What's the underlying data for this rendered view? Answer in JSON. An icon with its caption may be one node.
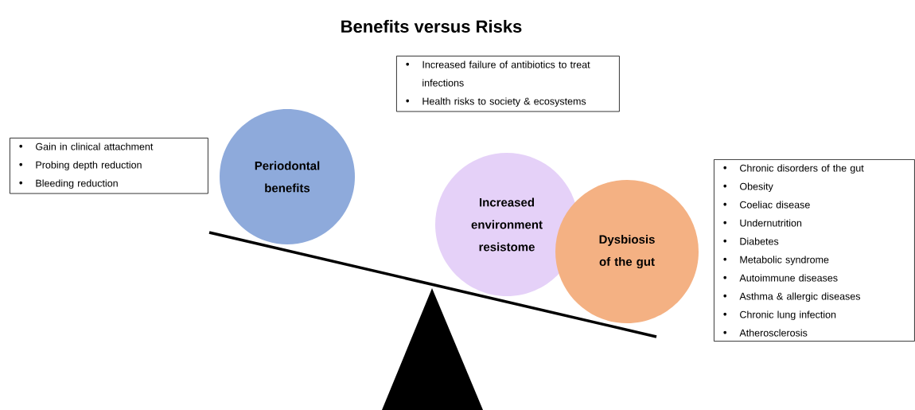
{
  "diagram": {
    "title": "Benefits versus Risks",
    "nodes": [
      {
        "text": [
          "Gain in clinical attachment",
          "Probing depth reduction",
          "Bleeding reduction"
        ]
      },
      {
        "text": [
          "Periodontal benefits"
        ]
      },
      {
        "text": [
          "Increased failure of antibiotics to treat infections",
          "Health risks to society & ecosystems"
        ]
      },
      {
        "text": [
          "Increased environment resistome"
        ]
      },
      {
        "text": [
          "Dysbiosis of the gut"
        ]
      },
      {
        "text": [
          "Chronic disorders of the gut",
          "Obesity",
          "Coeliac disease",
          "Undernutrition",
          "Diabetes",
          "Metabolic syndrome",
          "Autoimmune diseases",
          "Asthma & allergic diseases",
          "Chronic lung infection",
          "Atherosclerosis"
        ]
      }
    ]
  }
}
